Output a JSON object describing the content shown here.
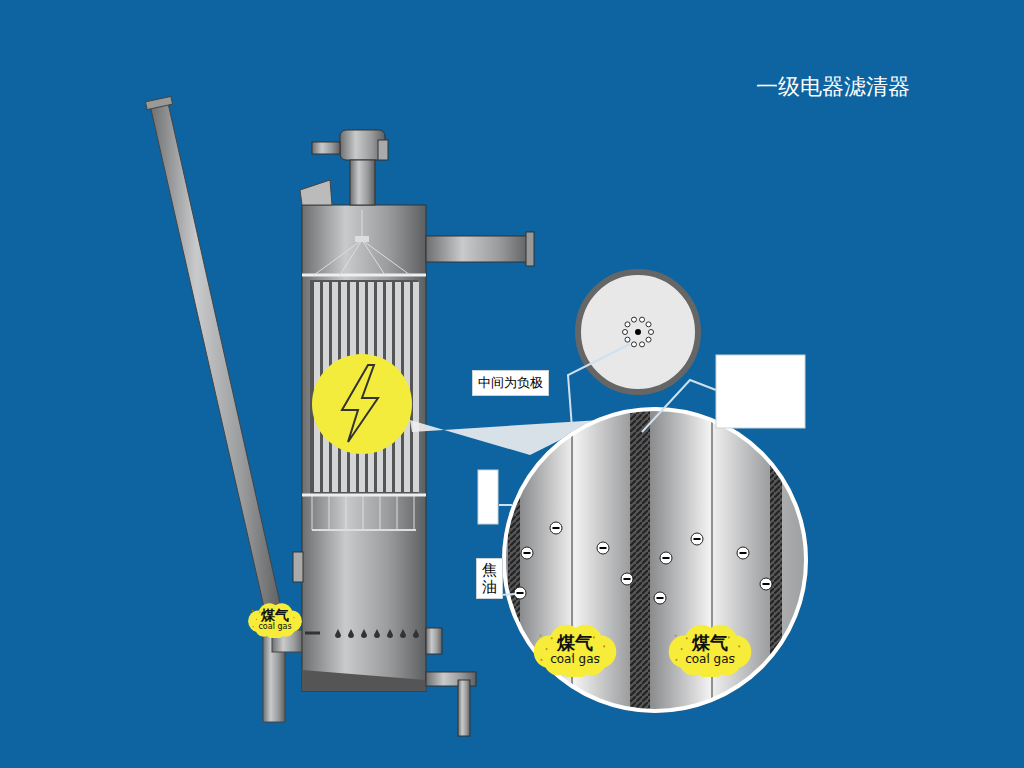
{
  "diagram": {
    "title": "一级电器滤清器",
    "nodes": [
      {
        "text": [
          "中间为负极"
        ]
      },
      {
        "text": [
          "焦油"
        ]
      },
      {
        "text": [
          "煤气",
          "coal gas"
        ]
      },
      {
        "text": [
          "煤气",
          "coal gas"
        ]
      },
      {
        "text": [
          "煤气",
          "coal gas"
        ]
      }
    ]
  }
}
